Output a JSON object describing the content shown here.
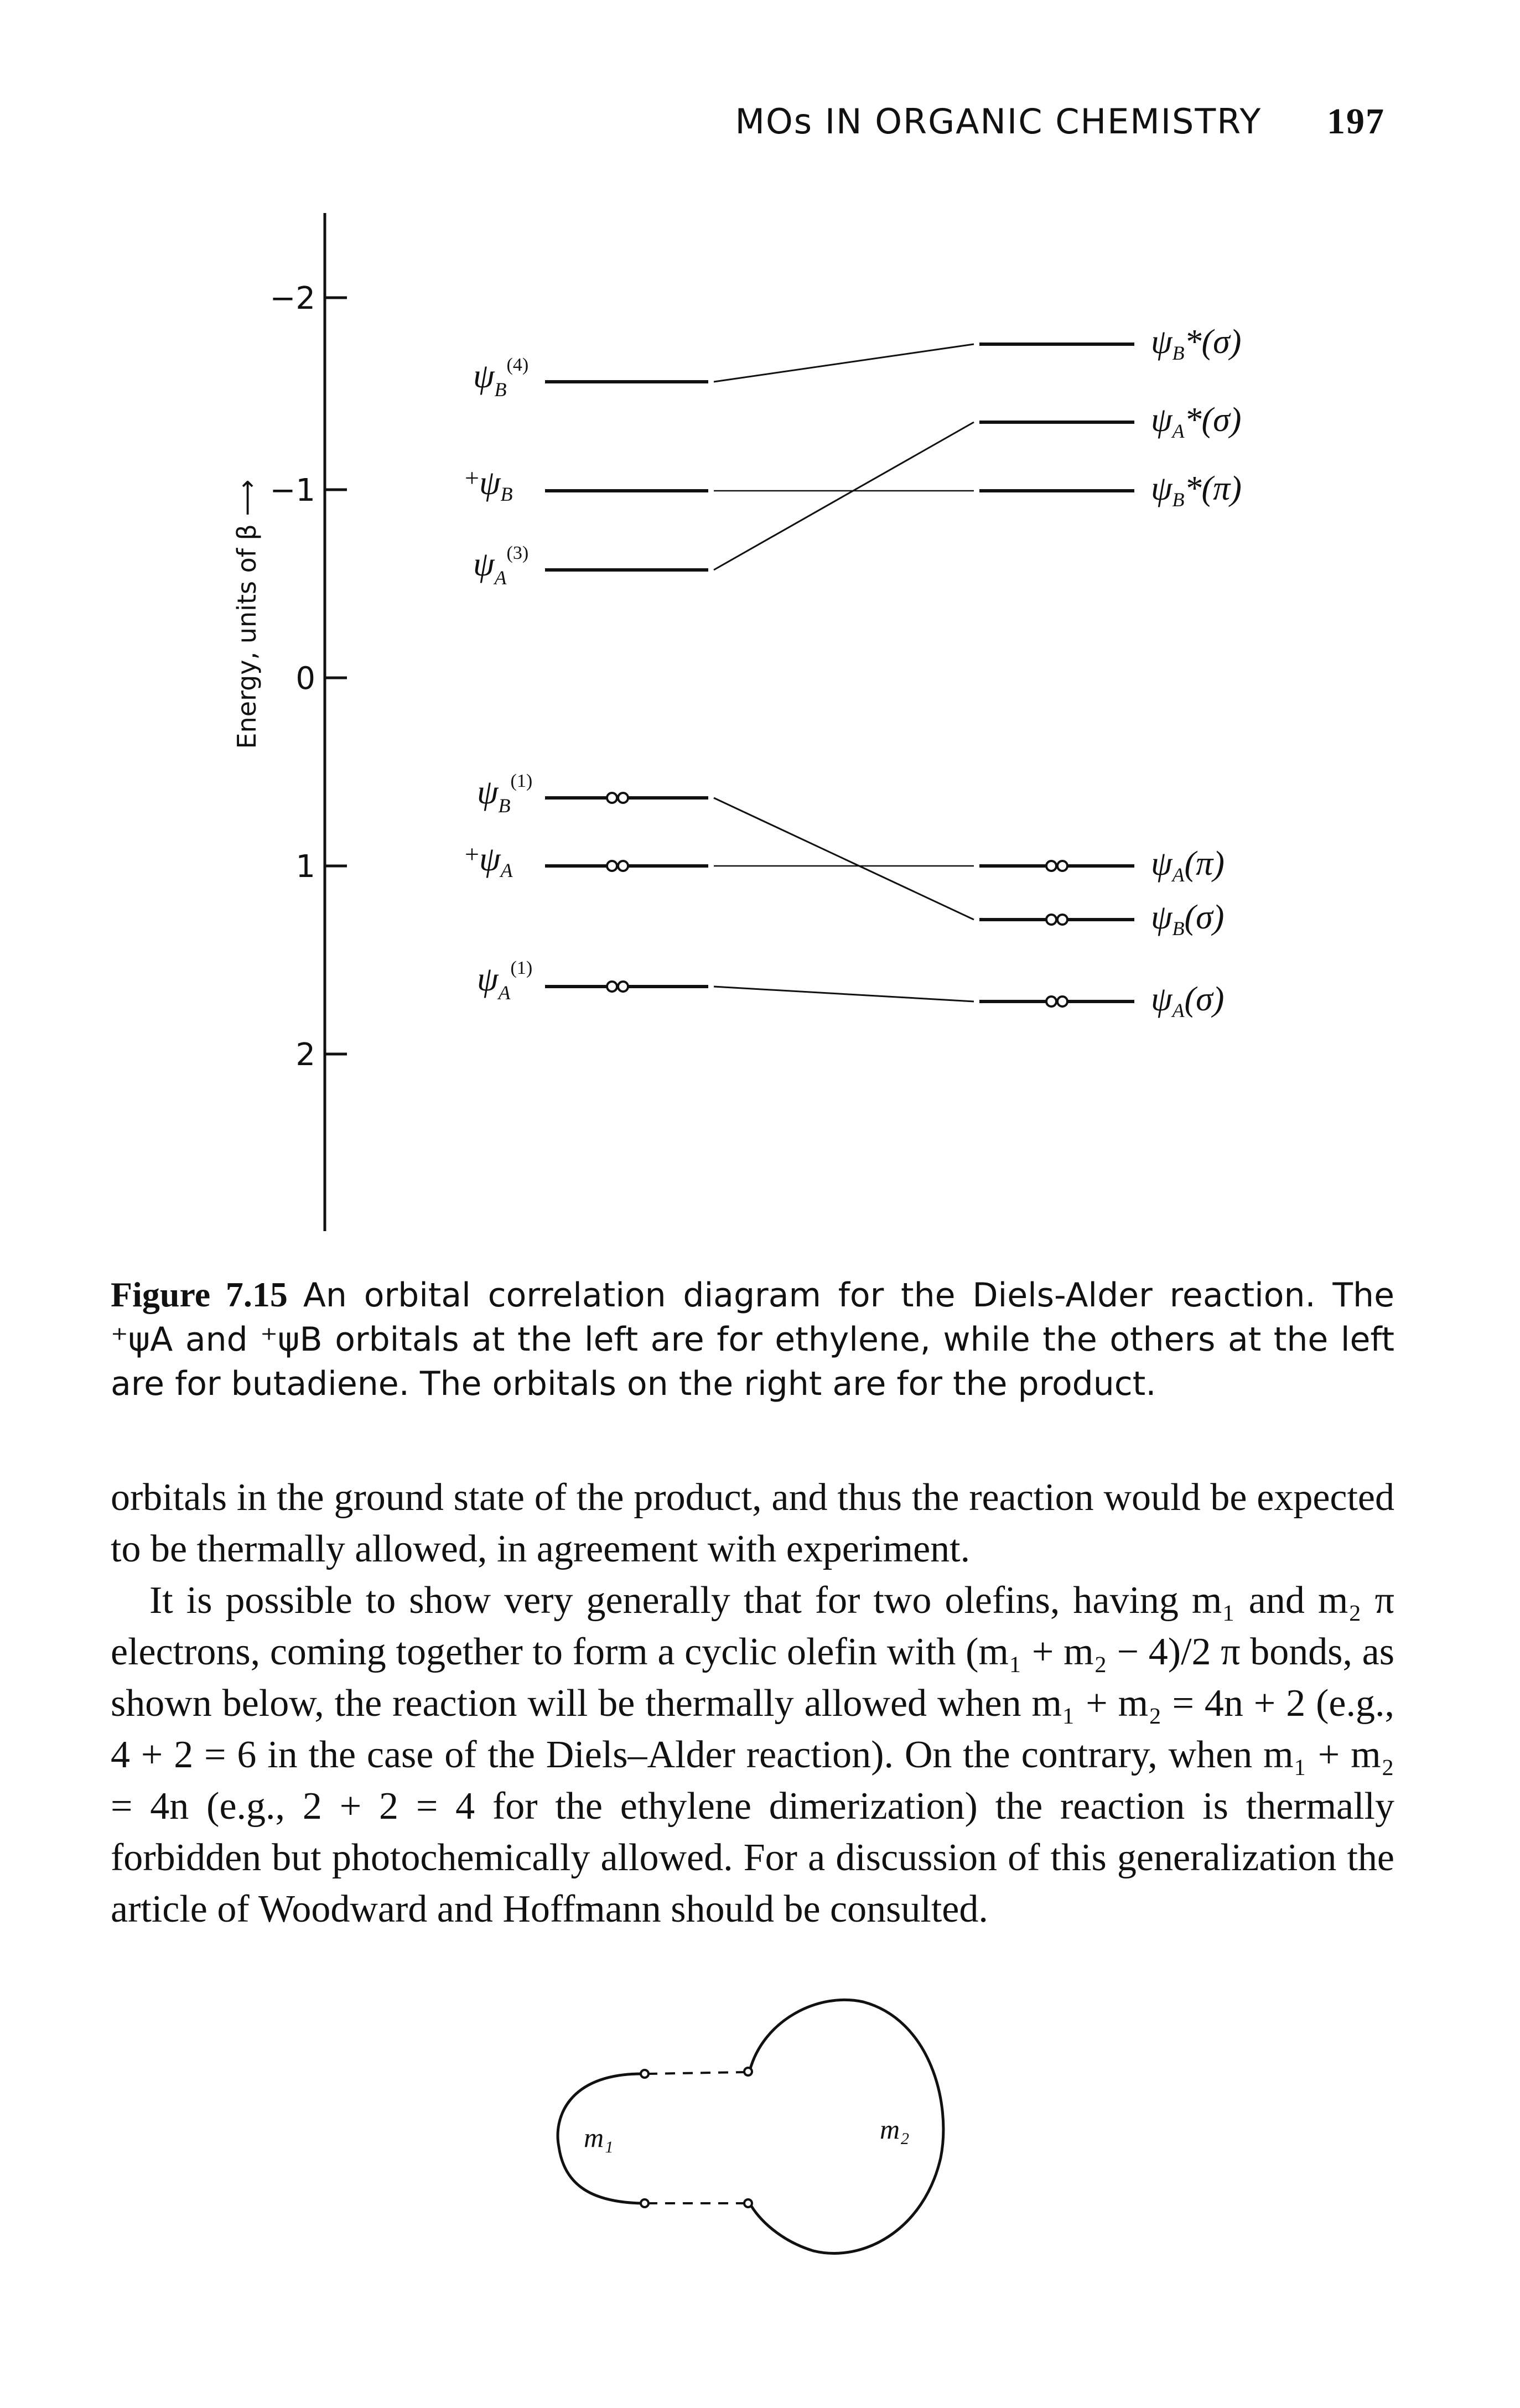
{
  "header": {
    "running_title": "MOs IN ORGANIC CHEMISTRY",
    "page_number": "197"
  },
  "figure": {
    "axis_label": "Energy, units of β ⟶",
    "ticks": [
      "−2",
      "−1",
      "0",
      "1",
      "2"
    ],
    "left_levels": {
      "psiB4": {
        "sym": "ψ",
        "sub": "B",
        "sup": "(4)"
      },
      "plusPsiB": {
        "pre": "+",
        "sym": "ψ",
        "sub": "B"
      },
      "psiA3": {
        "sym": "ψ",
        "sub": "A",
        "sup": "(3)"
      },
      "psiB1": {
        "sym": "ψ",
        "sub": "B",
        "sup": "(1)"
      },
      "plusPsiA": {
        "pre": "+",
        "sym": "ψ",
        "sub": "A"
      },
      "psiA1": {
        "sym": "ψ",
        "sub": "A",
        "sup": "(1)"
      }
    },
    "right_levels": {
      "psiBsigmaStar": {
        "sym": "ψ",
        "sub": "B",
        "rest": "*(σ)"
      },
      "psiAsigmaStar": {
        "sym": "ψ",
        "sub": "A",
        "rest": "*(σ)"
      },
      "psiBpiStar": {
        "sym": "ψ",
        "sub": "B",
        "rest": "*(π)"
      },
      "psiApi": {
        "sym": "ψ",
        "sub": "A",
        "rest": "(π)"
      },
      "psiBsigma": {
        "sym": "ψ",
        "sub": "B",
        "rest": "(σ)"
      },
      "psiAsigma": {
        "sym": "ψ",
        "sub": "A",
        "rest": "(σ)"
      }
    }
  },
  "caption": {
    "label": "Figure 7.15",
    "text": "An orbital correlation diagram for the Diels-Alder reaction. The ⁺ψA and ⁺ψB orbitals at the left are for ethylene, while the others at the left are for butadiene. The orbitals on the right are for the product."
  },
  "body": {
    "para1": "orbitals in the ground state of the product, and thus the reaction would be expected to be thermally allowed, in agreement with experiment.",
    "para2": "It is possible to show very generally that for two olefins, having m₁ and m₂ π electrons, coming together to form a cyclic olefin with (m₁ + m₂ − 4)/2 π bonds, as shown below, the reaction will be thermally allowed when m₁ + m₂ = 4n + 2 (e.g., 4 + 2 = 6 in the case of the Diels–Alder reaction). On the contrary, when m₁ + m₂ = 4n (e.g., 2 + 2 = 4 for the ethylene dimerization) the reaction is thermally forbidden but photochemically allowed. For a discussion of this generalization the article of Woodward and Hoffmann should be consulted."
  },
  "ring_figure": {
    "m1": "m₁",
    "m2": "m₂"
  }
}
